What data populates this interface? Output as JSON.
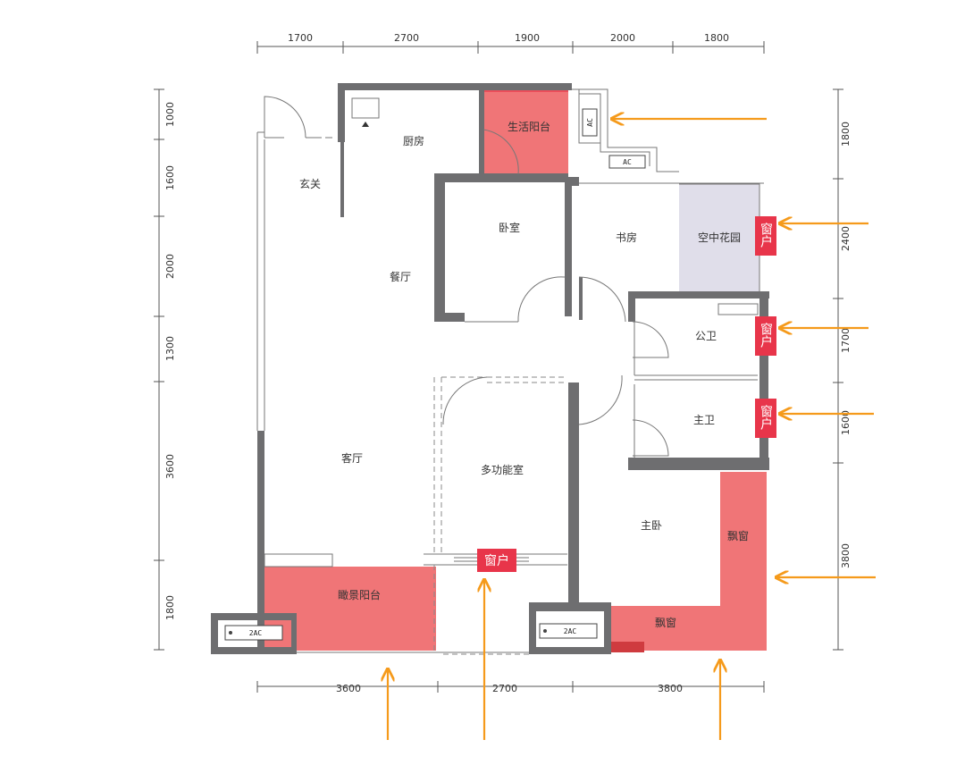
{
  "dimensions": {
    "top": [
      "1700",
      "2700",
      "1900",
      "2000",
      "1800"
    ],
    "bottom": [
      "3600",
      "2700",
      "3800"
    ],
    "left": [
      "1000",
      "1600",
      "2000",
      "1300",
      "3600",
      "1800"
    ],
    "right": [
      "1800",
      "2400",
      "1700",
      "1600",
      "3800"
    ]
  },
  "rooms": {
    "entry": "玄关",
    "kitchen": "厨房",
    "utility_balcony": "生活阳台",
    "bedroom": "卧室",
    "study": "书房",
    "sky_garden": "空中花园",
    "dining": "餐厅",
    "public_bath": "公卫",
    "master_bath": "主卫",
    "living": "客厅",
    "multi_room": "多功能室",
    "master_bedroom": "主卧",
    "bay_window_right": "飘窗",
    "bay_window_bottom": "飘窗",
    "view_balcony": "瞰景阳台"
  },
  "window_labels": {
    "garden": "窗户",
    "public_bath": "窗户",
    "master_bath": "窗户",
    "multi_room": "窗户"
  },
  "ac_labels": {
    "kitchen_top": "AC",
    "kitchen_bottom": "AC",
    "balcony_left": "2AC",
    "balcony_right": "2AC"
  },
  "colors": {
    "wall": "#6e6e70",
    "highlight_red": "#f07577",
    "garden_lavender": "#e0deea",
    "window_tag": "#e8354a",
    "arrow_orange": "#f59a1b"
  }
}
